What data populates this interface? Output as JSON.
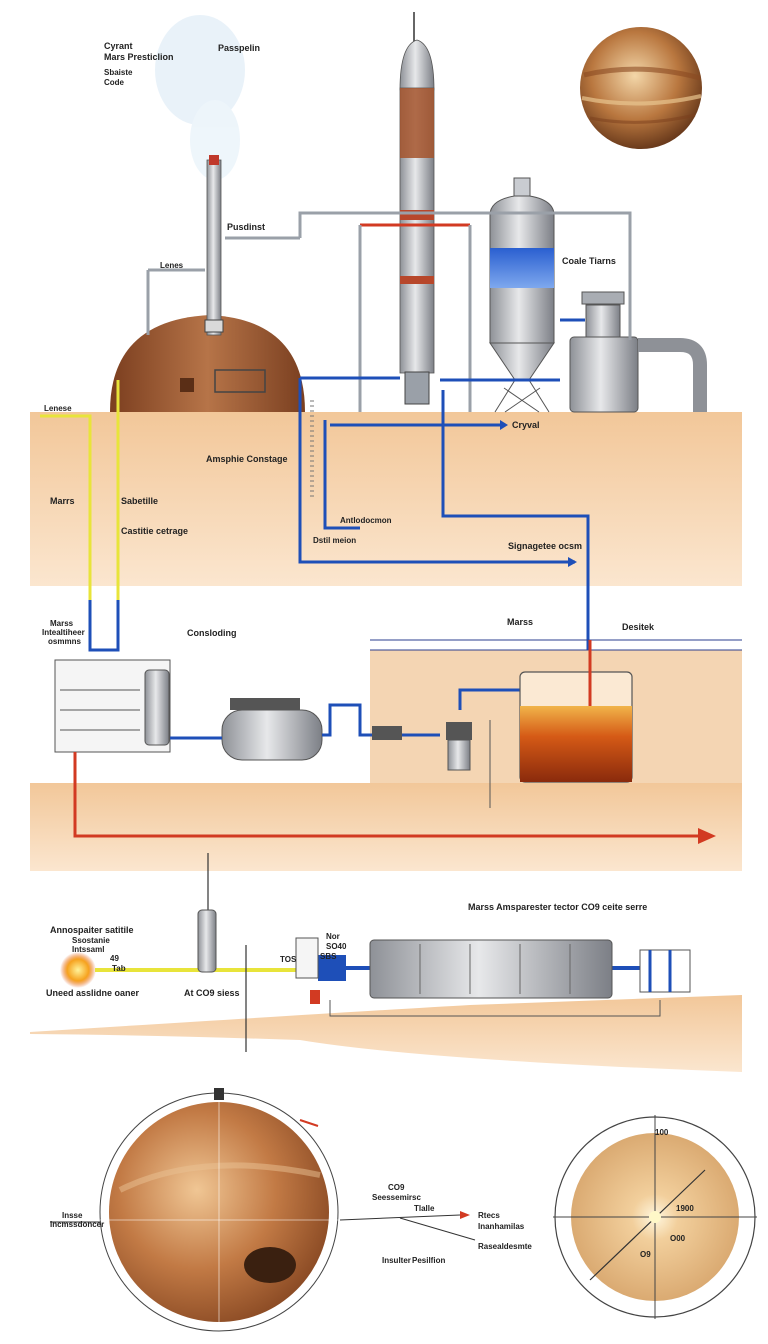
{
  "labels": {
    "top_left_line1": "Cyrant",
    "top_left_line2": "Mars Presticlion",
    "top_left_line3": "Sbaiste",
    "top_left_line4": "Code",
    "passpelin": "Passpelin",
    "pusdinst": "Pusdinst",
    "lenes": "Lenes",
    "coale_tiarns": "Coale Tiarns",
    "left_edge_top": "Lenese",
    "amsphie_constage": "Amsphie Constage",
    "mars_left": "Marrs",
    "sabetille": "Sabetille",
    "castitie_cetrage": "Castitie cetrage",
    "antlodocmon": "Antlodocmon",
    "dstil_meion": "Dstil meion",
    "cryval": "Cryval",
    "signagetee_ocsm": "Signagetee ocsm",
    "mars_station_1": "Marss",
    "mars_station_2": "Intealtiheer",
    "mars_station_3": "osmmns",
    "consloding": "Consloding",
    "mars_mid": "Marss",
    "desitek": "Desitek",
    "section3_title": "Marss Amsparester tector CO9 ceite serre",
    "amosp_1": "Annospaiter satitile",
    "amosp_2": "Ssostanie",
    "amosp_3": "Intssaml",
    "amosp_4": "Uneed asslidne oaner",
    "small_a": "49",
    "small_b": "Tab",
    "small_c": "SBS",
    "small_d": "Nor",
    "small_e": "TOS",
    "small_f": "SO40",
    "at_co9": "At CO9 siess",
    "globe_left_1": "Insse",
    "globe_left_2": "Incmssdoncer",
    "co9": "CO9",
    "co9_sub": "Seessemirsc",
    "tlalle": "Tlalle",
    "rtenb": "Rtecs",
    "iaostos": "Inanhamilas",
    "rasealdesnte": "Rasealdesmte",
    "insulter": "Insulter",
    "pesilfion": "Pesilfion",
    "dial_1": "100",
    "dial_2": "1900",
    "dial_3": "O00",
    "dial_4": "O9"
  },
  "colors": {
    "ground": "#f2c799",
    "ground_light": "#f8dcbd",
    "pipe_blue": "#1e4fb8",
    "pipe_red": "#d23a22",
    "pipe_yellow": "#e8e43a",
    "steel": "#b9bcc2",
    "dome": "#9b5a35",
    "mars": "#c9855a"
  },
  "icons": [
    "cloud-plume-icon",
    "planet-icon",
    "rocket-icon",
    "flame-icon",
    "arrow-right-icon",
    "compass-dial-icon"
  ]
}
